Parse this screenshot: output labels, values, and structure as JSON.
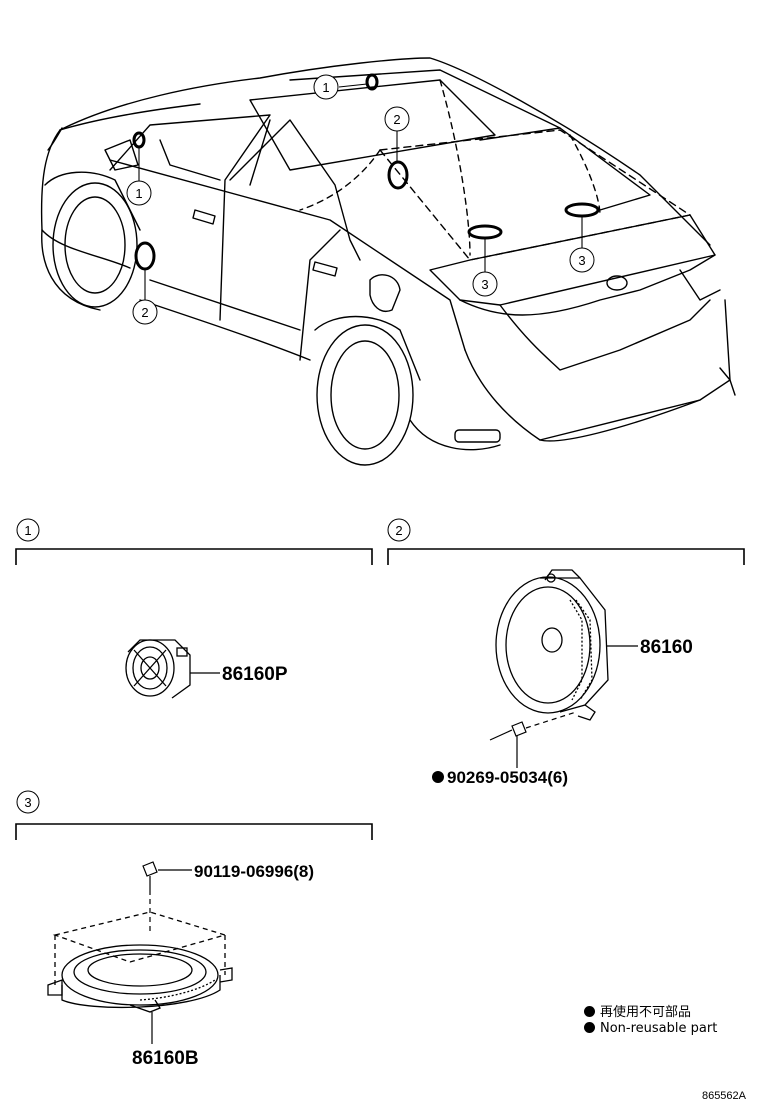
{
  "car_callouts": [
    "1",
    "1",
    "2",
    "2",
    "3",
    "3"
  ],
  "section_1": {
    "number": "1",
    "part": "86160P"
  },
  "section_2": {
    "number": "2",
    "part": "86160",
    "screw": "90269-05034(6)"
  },
  "section_3": {
    "number": "3",
    "part": "86160B",
    "screw": "90119-06996(8)"
  },
  "legend": {
    "jp": "再使用不可部品",
    "en": "Non-reusable part"
  },
  "figure_code": "865562A"
}
